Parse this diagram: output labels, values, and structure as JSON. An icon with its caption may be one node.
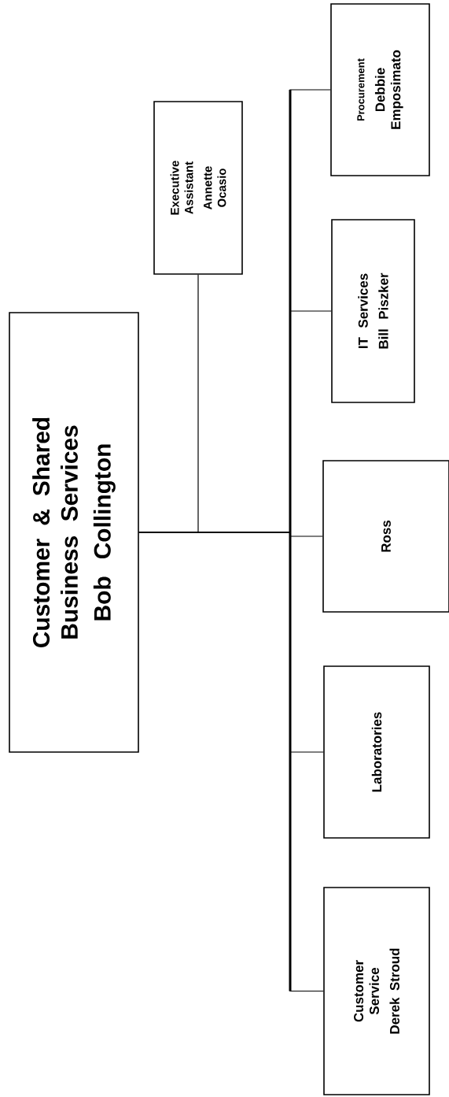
{
  "diagram": {
    "nodes": [
      {
        "text": [
          "Customer & Shared Business Services",
          "Bob Collington"
        ]
      },
      {
        "text": [
          "Executive Assistant",
          "Annette Ocasio"
        ]
      },
      {
        "text": [
          "Procurement",
          "Debbie Emposimato"
        ]
      },
      {
        "text": [
          "IT Services",
          "Bill Piszker"
        ]
      },
      {
        "text": [
          "Ross"
        ]
      },
      {
        "text": [
          "Laboratories"
        ]
      },
      {
        "text": [
          "Customer Service",
          "Derek Stroud"
        ]
      }
    ],
    "edges": [
      {
        "from": 0,
        "to": 1,
        "arrow": "none"
      },
      {
        "from": 0,
        "to": 2,
        "arrow": "none"
      },
      {
        "from": 0,
        "to": 3,
        "arrow": "none"
      },
      {
        "from": 0,
        "to": 4,
        "arrow": "none"
      },
      {
        "from": 0,
        "to": 5,
        "arrow": "none"
      },
      {
        "from": 0,
        "to": 6,
        "arrow": "none"
      }
    ]
  }
}
